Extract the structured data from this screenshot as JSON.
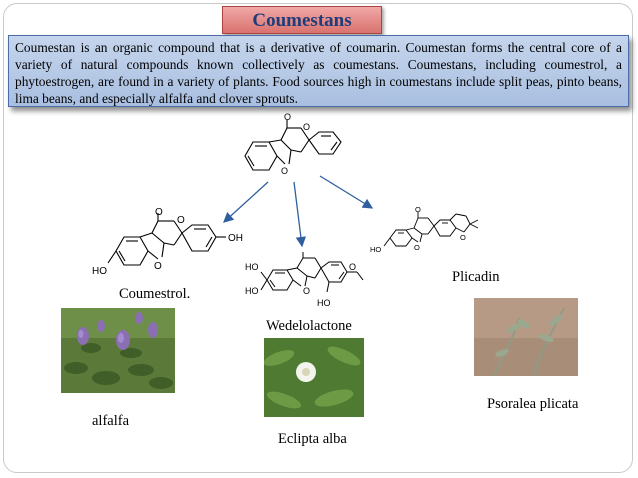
{
  "slide": {
    "title": "Coumestans",
    "description": "Coumestan is an organic compound that is a derivative of coumarin. Coumestan forms the central core of a variety of natural compounds known collectively as coumestans. Coumestans, including coumestrol, a phytoestrogen, are found in a variety of plants. Food sources high in coumestans include split peas, pinto beans, lima beans, and especially alfalfa and clover sprouts."
  },
  "compounds": {
    "coumestrol": "Coumestrol.",
    "wedelolactone": "Wedelolactone",
    "plicadin": "Plicadin"
  },
  "atoms": {
    "o": "O",
    "oh": "OH",
    "ho": "HO"
  },
  "plants": {
    "alfalfa": "alfalfa",
    "eclipta": "Eclipta alba",
    "psoralea": "Psoralea plicata"
  },
  "colors": {
    "title_bg": "#e08a88",
    "title_text": "#1f3d7a",
    "desc_bg": "#b8cbe8",
    "arrow": "#2f5f9e"
  }
}
